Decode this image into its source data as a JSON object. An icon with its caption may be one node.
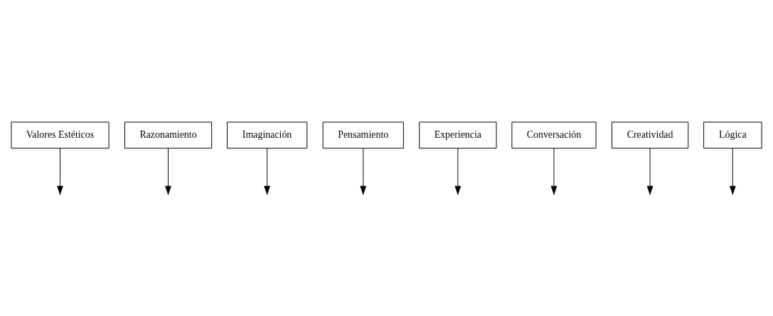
{
  "diagram": {
    "nodes": [
      {
        "text": [
          "Valores Estéticos"
        ]
      },
      {
        "text": [
          "Razonamiento"
        ]
      },
      {
        "text": [
          "Imaginación"
        ]
      },
      {
        "text": [
          "Pensamiento"
        ]
      },
      {
        "text": [
          "Experiencia"
        ]
      },
      {
        "text": [
          "Conversación"
        ]
      },
      {
        "text": [
          "Creatividad"
        ]
      },
      {
        "text": [
          "Lógica"
        ]
      }
    ],
    "edges": [
      {
        "from": 0,
        "to": null,
        "arrow": "to"
      },
      {
        "from": 1,
        "to": null,
        "arrow": "to"
      },
      {
        "from": 2,
        "to": null,
        "arrow": "to"
      },
      {
        "from": 3,
        "to": null,
        "arrow": "to"
      },
      {
        "from": 4,
        "to": null,
        "arrow": "to"
      },
      {
        "from": 5,
        "to": null,
        "arrow": "to"
      },
      {
        "from": 6,
        "to": null,
        "arrow": "to"
      },
      {
        "from": 7,
        "to": null,
        "arrow": "to"
      }
    ]
  }
}
